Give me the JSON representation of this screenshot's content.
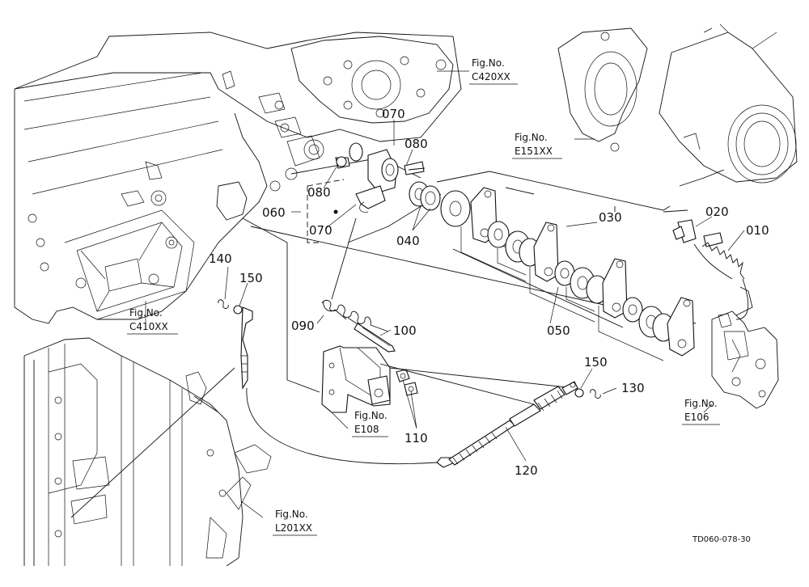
{
  "fig_refs": [
    {
      "id": "c420",
      "prefix": "Fig.No.",
      "code": "C420XX"
    },
    {
      "id": "e151",
      "prefix": "Fig.No.",
      "code": "E151XX"
    },
    {
      "id": "c410",
      "prefix": "Fig.No.",
      "code": "C410XX"
    },
    {
      "id": "e108",
      "prefix": "Fig.No.",
      "code": "E108"
    },
    {
      "id": "e106",
      "prefix": "Fig.No.",
      "code": "E106"
    },
    {
      "id": "l201",
      "prefix": "Fig.No.",
      "code": "L201XX"
    }
  ],
  "callouts": {
    "p070a": "070",
    "p080a": "080",
    "p080b": "080",
    "p060": "060",
    "p070b": "070",
    "p040": "040",
    "p030": "030",
    "p050": "050",
    "p020": "020",
    "p010": "010",
    "p140": "140",
    "p150a": "150",
    "p090": "090",
    "p100": "100",
    "p110": "110",
    "p150b": "150",
    "p130": "130",
    "p120": "120"
  },
  "drawing_code": "TD060-078-30"
}
